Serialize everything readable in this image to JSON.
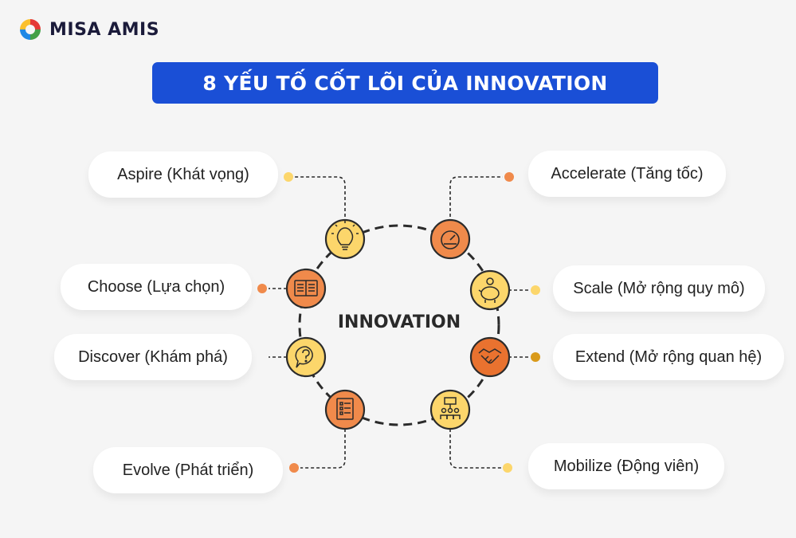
{
  "brand": {
    "name": "MISA AMIS"
  },
  "title": "8 YẾU TỐ CỐT LÕI CỦA INNOVATION",
  "center": "INNOVATION",
  "elements": [
    {
      "label": "Aspire (Khát vọng)",
      "icon": "lightbulb-icon"
    },
    {
      "label": "Accelerate (Tăng tốc)",
      "icon": "speedometer-icon"
    },
    {
      "label": "Choose (Lựa chọn)",
      "icon": "book-icon"
    },
    {
      "label": "Scale (Mở rộng quy mô)",
      "icon": "piggy-bank-icon"
    },
    {
      "label": "Discover (Khám phá)",
      "icon": "question-bubble-icon"
    },
    {
      "label": "Extend (Mở rộng quan hệ)",
      "icon": "handshake-icon"
    },
    {
      "label": "Evolve (Phát triển)",
      "icon": "checklist-icon"
    },
    {
      "label": "Mobilize (Động viên)",
      "icon": "team-chart-icon"
    }
  ],
  "colors": {
    "yellow": "#fcd66b",
    "orange": "#f08a4b",
    "dark_orange": "#e9722f",
    "outline": "#2b2b2b",
    "title_bg": "#1a4fd6"
  }
}
